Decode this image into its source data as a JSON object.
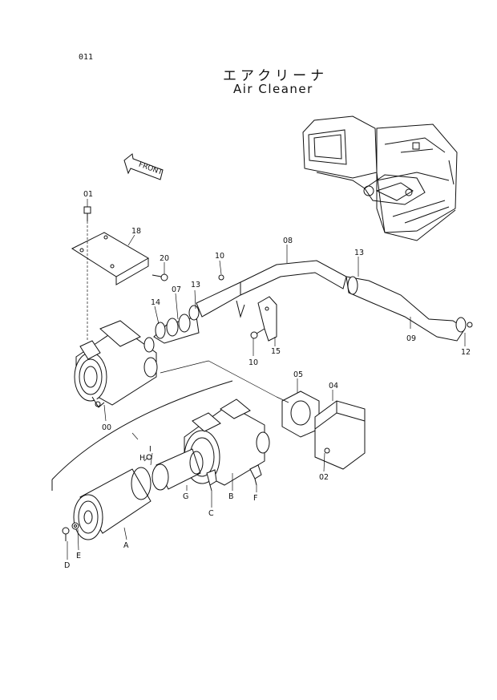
{
  "header": {
    "page_no": "011",
    "title_jp": "エアクリーナ",
    "title_en": "Air Cleaner"
  },
  "front_arrow": {
    "label": "FRONT"
  },
  "callouts": {
    "c01": "01",
    "c18": "18",
    "c20": "20",
    "c10a": "10",
    "c07": "07",
    "c13a": "13",
    "c14": "14",
    "c08": "08",
    "c13b": "13",
    "c09": "09",
    "c12": "12",
    "c15": "15",
    "c10b": "10",
    "c00": "00",
    "c05": "05",
    "c04": "04",
    "c02": "02",
    "cH": "H",
    "cI": "I",
    "cG": "G",
    "cC": "C",
    "cB": "B",
    "cF": "F",
    "cA": "A",
    "cD": "D",
    "cE": "E"
  }
}
